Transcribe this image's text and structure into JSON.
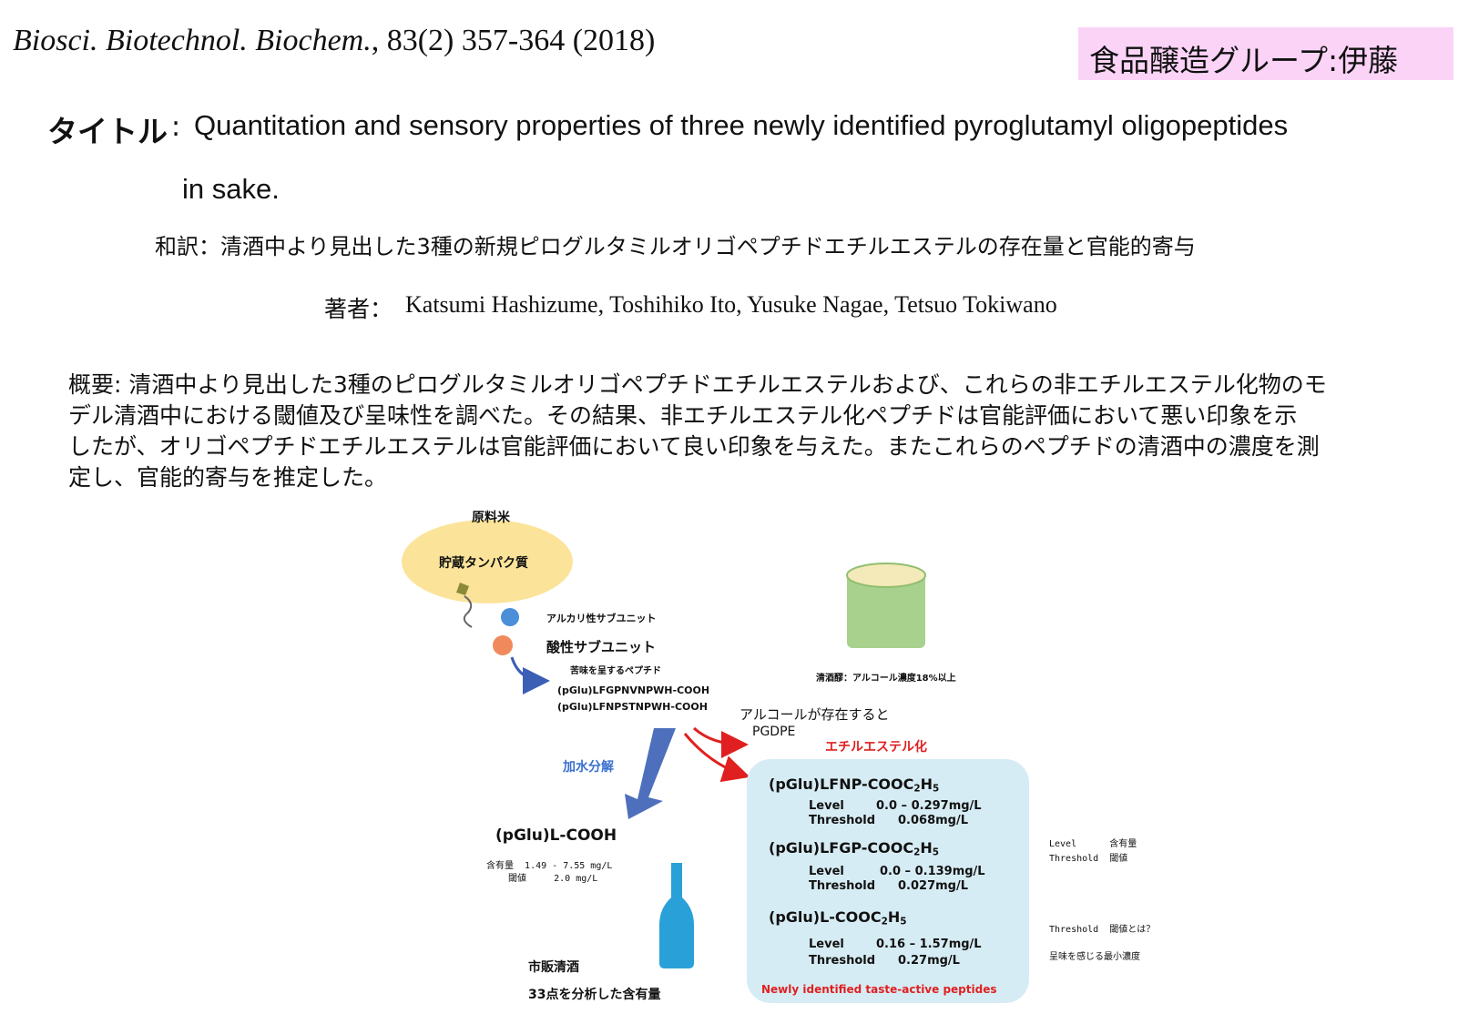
{
  "header": {
    "journal": "Biosci. Biotechnol. Biochem.",
    "citation_rest": ", 83(2) 357-364 (2018)",
    "group": "食品醸造グループ:伊藤"
  },
  "title": {
    "label": "タイトル",
    "separator": ":",
    "line1": "Quantitation and sensory properties of three newly identified pyroglutamyl oligopeptides",
    "line2": "in sake."
  },
  "translation": {
    "text": "和訳：清酒中より見出した3種の新規ピログルタミルオリゴペプチドエチルエステルの存在量と官能的寄与"
  },
  "authors": {
    "label": "著者：",
    "names": "Katsumi Hashizume, Toshihiko Ito,  Yusuke Nagae, Tetsuo Tokiwano"
  },
  "abstract": {
    "lines": [
      "概要: 清酒中より見出した3種のピログルタミルオリゴペプチドエチルエステルおよび、これらの非エチルエステル化物のモ",
      "デル清酒中における閾値及び呈味性を調べた。その結果、非エチルエステル化ペプチドは官能評価において悪い印象を示",
      "したが、オリゴペプチドエチルエステルは官能評価において良い印象を与えた。またこれらのペプチドの清酒中の濃度を測",
      "定し、官能的寄与を推定した。"
    ]
  },
  "figure": {
    "raw_rice": "原料米",
    "storage_protein": "貯蔵タンパク質",
    "alkaline_subunit": "アルカリ性サブユニット",
    "acidic_subunit": "酸性サブユニット",
    "bitter_peptides": "苦味を呈するペプチド",
    "peptide1": "(pGlu)LFGPNVNPWH-COOH",
    "peptide2": "(pGlu)LFNPSTNPWH-COOH",
    "moromi": "清酒醪：アルコール濃度18%以上",
    "alcohol_present": "アルコールが存在すると",
    "enzyme": "PGDPE",
    "ethyl_ester": "エチルエステル化",
    "hydrolysis": "加水分解",
    "product_l": "(pGlu)L-COOH",
    "product_l_content_label": "含有量",
    "product_l_content": "1.49 - 7.55 mg/L",
    "product_l_threshold_label": "閾値",
    "product_l_threshold": "2.0 mg/L",
    "sake_label": "市販清酒",
    "sake_analysis": "33点を分析した含有量",
    "esters": [
      {
        "name_main": "(pGlu)LFNP-COOC",
        "level": "0.0 – 0.297mg/L",
        "threshold": "0.068mg/L"
      },
      {
        "name_main": "(pGlu)LFGP-COOC",
        "level": "0.0 – 0.139mg/L",
        "threshold": "0.027mg/L"
      },
      {
        "name_main": "(pGlu)L-COOC",
        "level": "0.16 – 1.57mg/L",
        "threshold": "0.27mg/L"
      }
    ],
    "h": "H",
    "sub2": "2",
    "sub5": "5",
    "level_label": "Level",
    "threshold_label": "Threshold",
    "panel_caption": "Newly identified taste-active peptides",
    "legend_level": "Level",
    "legend_level_jp": "含有量",
    "legend_threshold": "Threshold",
    "legend_threshold_jp": "閾値",
    "note_threshold": "Threshold",
    "note_threshold_q": "閾値とは？",
    "note_def": "呈味を感じる最小濃度"
  },
  "colors": {
    "badge": "#fbd3f7",
    "blob": "#fbe49a",
    "blue_dot": "#4a8fd8",
    "orange_dot": "#f08a5d",
    "arrow_blue": "#3a5fb5",
    "arrow_red": "#e02020",
    "panel": "#d6ecf4",
    "cup": "#a9d18e",
    "bottle": "#2aa0d8"
  }
}
